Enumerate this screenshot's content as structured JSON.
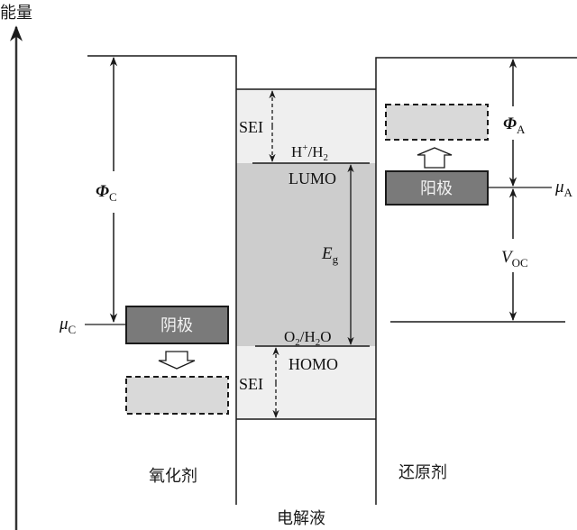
{
  "axis": {
    "label": "能量"
  },
  "regions": {
    "oxidizer": "氧化剂",
    "electrolyte": "电解液",
    "reductant": "还原剂"
  },
  "cathode": {
    "box_label": "阴极",
    "potential_symbol": "μ",
    "potential_sub": "C",
    "work_function_symbol": "Φ",
    "work_function_sub": "C",
    "shift_direction": "down"
  },
  "anode": {
    "box_label": "阳极",
    "potential_symbol": "μ",
    "potential_sub": "A",
    "work_function_symbol": "Φ",
    "work_function_sub": "A",
    "shift_direction": "up"
  },
  "electrolyte_levels": {
    "upper_couple": {
      "main": "H",
      "sup": "+",
      "slash": "/H",
      "sub": "2"
    },
    "lumo": "LUMO",
    "lower_couple": {
      "a": "O",
      "a_sub": "2",
      "slash": "/H",
      "b_sub": "2",
      "tail": "O"
    },
    "homo": "HOMO",
    "gap_symbol": "E",
    "gap_sub": "g",
    "sei_top": "SEI",
    "sei_bottom": "SEI"
  },
  "voltage": {
    "symbol": "V",
    "sub": "OC"
  },
  "colors": {
    "line": "#1a1a1a",
    "electrode_fill": "#7a7a7a",
    "gap_fill": "#cfcfcf",
    "sei_fill": "#efefef",
    "shifted_fill": "#d9d9d9"
  }
}
